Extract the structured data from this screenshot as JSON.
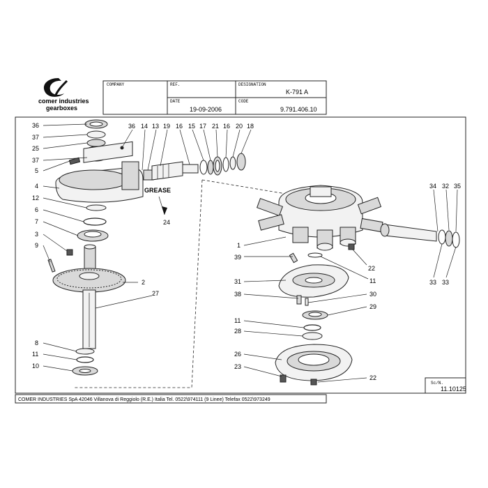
{
  "brand": {
    "name_line1": "comer industries",
    "name_line2": "gearboxes"
  },
  "title_block": {
    "company_label": "COMPANY",
    "company_value": "",
    "ref_label": "REF.",
    "ref_value": "",
    "designation_label": "DESIGNATION",
    "designation_value": "K-791 A",
    "date_label": "DATE",
    "date_value": "19-09-2006",
    "code_label": "CODE",
    "code_value": "9.791.406.10"
  },
  "callouts": {
    "c36a": "36",
    "c37a": "37",
    "c25": "25",
    "c37b": "37",
    "c5": "5",
    "c4": "4",
    "c12": "12",
    "c6": "6",
    "c7": "7",
    "c3": "3",
    "c9": "9",
    "c2": "2",
    "c27": "27",
    "c8": "8",
    "c11a": "11",
    "c10": "10",
    "c36b": "36",
    "c14": "14",
    "c13": "13",
    "c19": "19",
    "c16a": "16",
    "c15": "15",
    "c17": "17",
    "c21": "21",
    "c16b": "16",
    "c20": "20",
    "c18": "18",
    "c24": "24",
    "c1": "1",
    "c39": "39",
    "c22a": "22",
    "c11b": "11",
    "c31": "31",
    "c38": "38",
    "c30": "30",
    "c29": "29",
    "c11c": "11",
    "c28": "28",
    "c26": "26",
    "c23": "23",
    "c22b": "22",
    "c34": "34",
    "c32": "32",
    "c35": "35",
    "c33a": "33",
    "c33b": "33"
  },
  "grease_note": "GREASE",
  "sheet_label": "Sc/N.",
  "sheet_number": "11.10125",
  "footer_text": "COMER INDUSTRIES SpA  42046  Villanova di Reggiolo (R.E.) Italia  Tel. 0522\\974111 (9 Linee)  Telefax 0522\\973249"
}
